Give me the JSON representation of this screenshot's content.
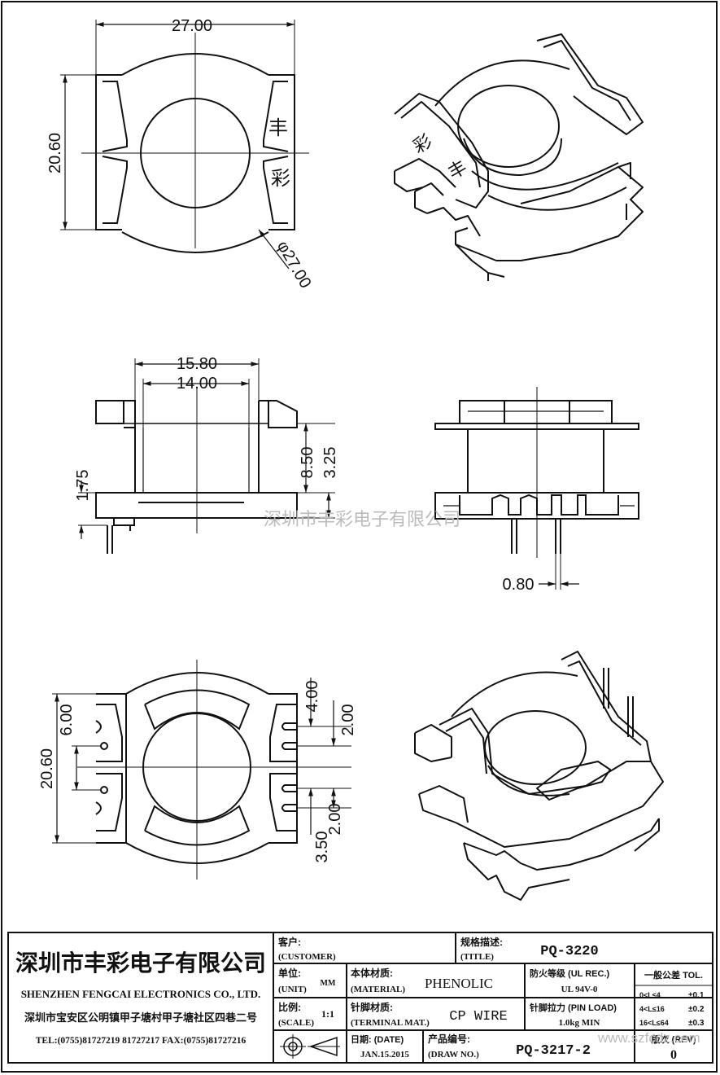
{
  "dims": {
    "top_width": "27.00",
    "top_height": "20.60",
    "top_diameter": "φ27.00",
    "side_outer": "15.80",
    "side_inner": "14.00",
    "side_h1": "8.50",
    "side_h2": "3.25",
    "side_h3": "1.75",
    "pin_pitch": "0.80",
    "bottom_height": "20.60",
    "bottom_6": "6.00",
    "bottom_4": "4.00",
    "bottom_2a": "2.00",
    "bottom_2b": "2.00",
    "bottom_35": "3.50"
  },
  "logo_chars": [
    "丰",
    "彩"
  ],
  "watermark": "深圳市丰彩电子有限公司",
  "watermark_url": "www.szfcdz.com",
  "title_block": {
    "company_cn": "深圳市丰彩电子有限公司",
    "company_en": "SHENZHEN FENGCAI ELECTRONICS CO., LTD.",
    "address": "深圳市宝安区公明镇甲子塘村甲子塘社区四巷二号",
    "phone": "TEL:(0755)81727219  81727217   FAX:(0755)81727216",
    "customer_label": "客户:",
    "customer_label_en": "(CUSTOMER)",
    "title_label": "规格描述:",
    "title_label_en": "(TITLE)",
    "title_value": "PQ-3220",
    "unit_label": "单位:",
    "unit_label_en": "(UNIT)",
    "unit_value": "MM",
    "material_label": "本体材质:",
    "material_label_en": "(MATERIAL)",
    "material_value": "PHENOLIC",
    "fire_label": "防火等级 (UL REC.)",
    "fire_value": "UL 94V-0",
    "tol_label": "一般公差 TOL.",
    "tol_rows": [
      {
        "range": "0<L≤4",
        "value": "±0.1"
      },
      {
        "range": "4<L≤16",
        "value": "±0.2"
      },
      {
        "range": "16<L≤64",
        "value": "±0.3"
      }
    ],
    "scale_label": "比例:",
    "scale_label_en": "(SCALE)",
    "scale_value": "1:1",
    "terminal_label": "针脚材质:",
    "terminal_label_en": "(TERMINAL MAT.)",
    "terminal_value": "CP WIRE",
    "pinload_label": "针脚拉力 (PIN LOAD)",
    "pinload_value": "1.0kg MIN",
    "date_label": "日期: (DATE)",
    "date_value": "JAN.15.2015",
    "drawno_label": "产品编号:",
    "drawno_label_en": "(DRAW NO.)",
    "drawno_value": "PQ-3217-2",
    "rev_label": "版次 (REV)",
    "rev_value": "0"
  }
}
